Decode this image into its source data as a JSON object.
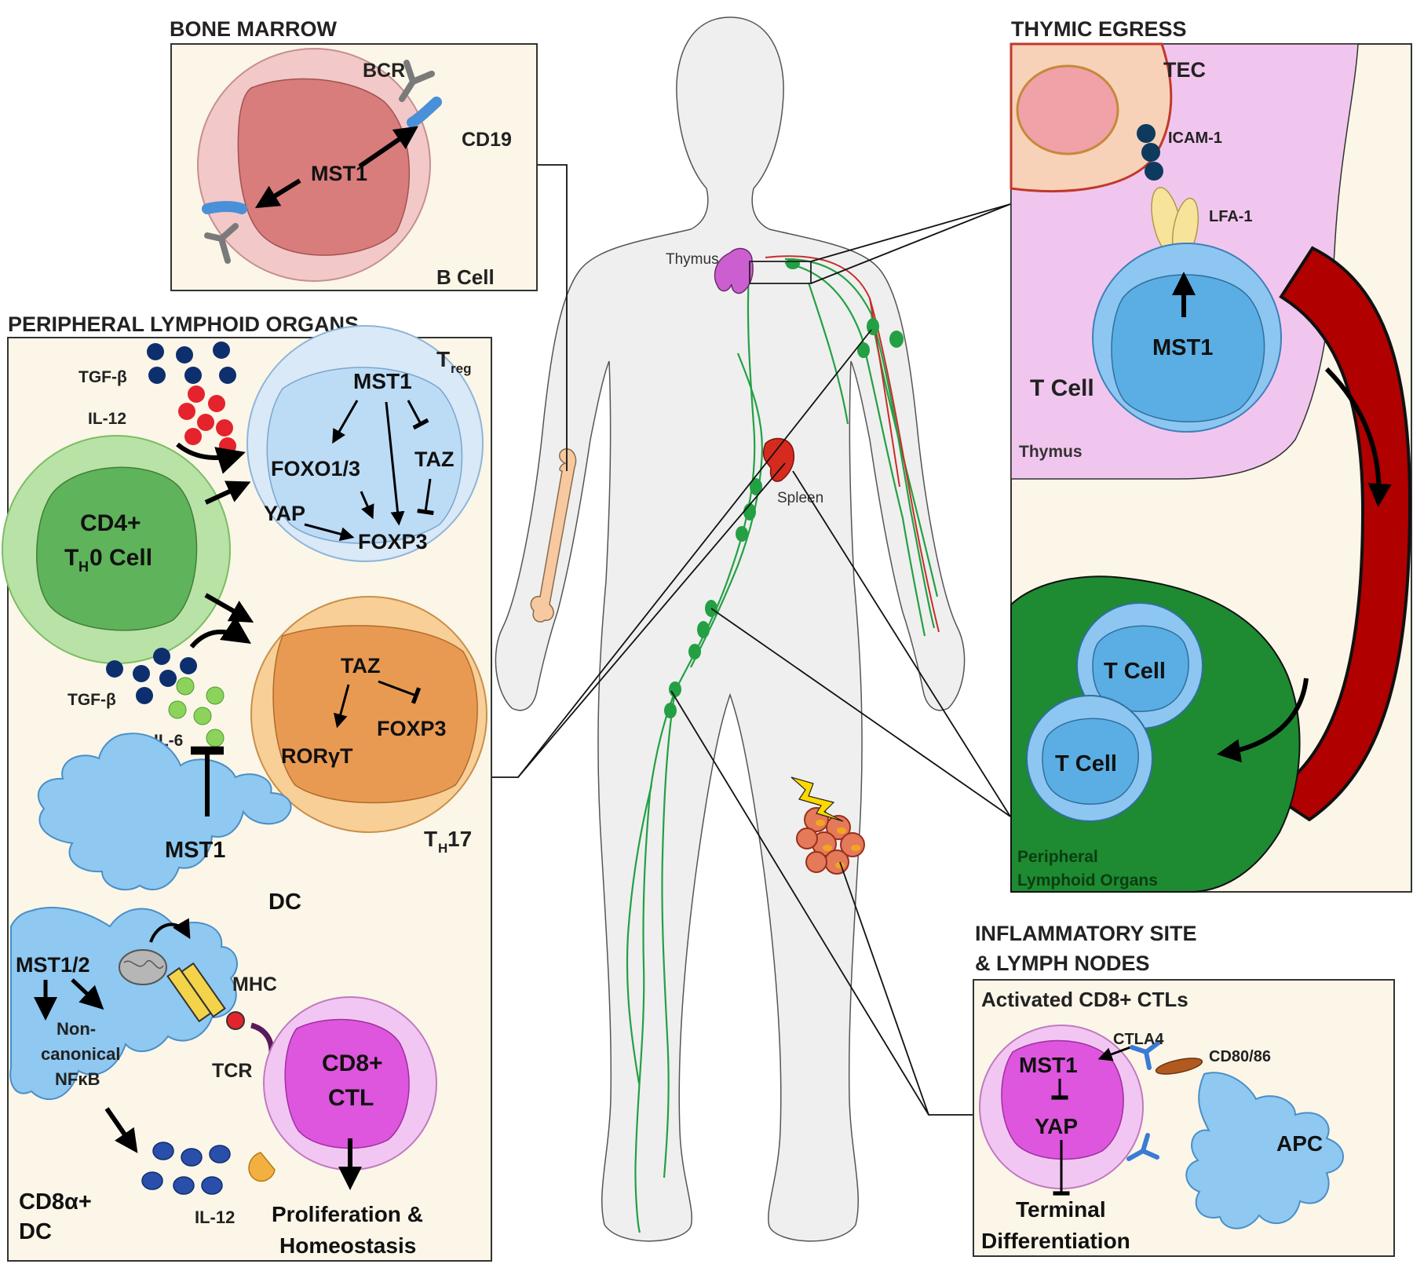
{
  "colors": {
    "panel_bg": "#fbf6e8",
    "body_fill": "#efefef",
    "lymph": "#23a043",
    "blood": "#c62e2a",
    "thymus_bg": "#f1c6ee",
    "b_cell": "#dc8585",
    "t_cell": "#5aaee3",
    "treg": "#bcdcf6",
    "th17": "#f2b56f",
    "th0": "#5fb35a",
    "cd8": "#dd56dd",
    "dc": "#8fc8f0",
    "red_vessel": "#b00000",
    "periph_green": "#1e8a32",
    "tgf_blue": "#0e2f6e",
    "il12_red": "#e5232d",
    "il6_green": "#8bd35a"
  },
  "panels": {
    "bone_marrow": {
      "title": "BONE MARROW",
      "bcr": "BCR",
      "cd19": "CD19",
      "mst1": "MST1",
      "cell": "B Cell"
    },
    "peripheral": {
      "title": "PERIPHERAL LYMPHOID ORGANS",
      "tgf_beta_1": "TGF-β",
      "il12_1": "IL-12",
      "treg_main": "T",
      "treg_sub": "reg",
      "treg_mst1": "MST1",
      "foxo": "FOXO1/3",
      "taz1": "TAZ",
      "yap": "YAP",
      "foxp3_1": "FOXP3",
      "cd4_line1": "CD4+",
      "cd4_main": "T",
      "cd4_sub": "H",
      "cd4_rest": "0 Cell",
      "tgf_beta_2": "TGF-β",
      "il6": "IL-6",
      "taz2": "TAZ",
      "foxp3_2": "FOXP3",
      "rorgt": "RORγT",
      "th17_main": "T",
      "th17_sub": "H",
      "th17_rest": "17",
      "dc_mst1": "MST1",
      "dc": "DC",
      "mst12": "MST1/2",
      "noncanon_1": "Non-",
      "noncanon_2": "canonical",
      "noncanon_3": "NFκB",
      "mhc": "MHC",
      "tcr": "TCR",
      "cd8_1": "CD8+",
      "cd8_2": "CTL",
      "cd8a_1": "CD8α+",
      "cd8a_2": "DC",
      "il12_2": "IL-12",
      "prolif_1": "Proliferation &",
      "prolif_2": "Homeostasis"
    },
    "body": {
      "thymus": "Thymus",
      "spleen": "Spleen"
    },
    "thymic_egress": {
      "title": "THYMIC EGRESS",
      "tec": "TEC",
      "icam": "ICAM-1",
      "lfa": "LFA-1",
      "mst1": "MST1",
      "t_cell": "T Cell",
      "thymus": "Thymus",
      "t_cell_2": "T Cell",
      "t_cell_3": "T Cell",
      "periph_1": "Peripheral",
      "periph_2": "Lymphoid Organs"
    },
    "inflammatory": {
      "title_1": "INFLAMMATORY SITE",
      "title_2": "& LYMPH NODES",
      "subtitle": "Activated CD8+ CTLs",
      "ctla4": "CTLA4",
      "cd80": "CD80/86",
      "mst1": "MST1",
      "yap": "YAP",
      "apc": "APC",
      "term_1": "Terminal",
      "term_2": "Differentiation"
    }
  }
}
